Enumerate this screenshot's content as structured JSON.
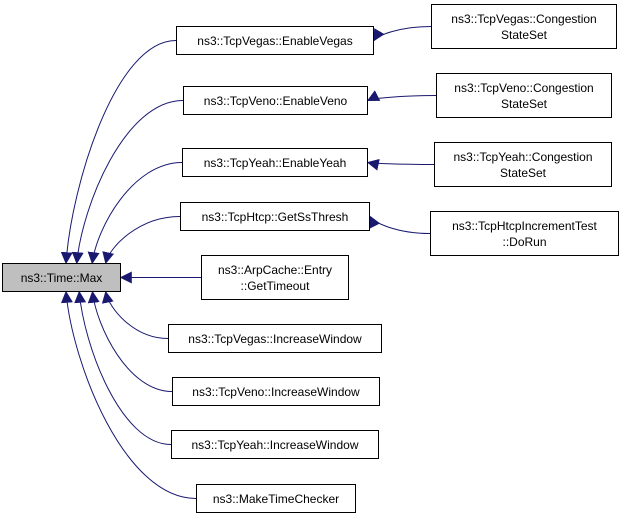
{
  "colors": {
    "edge": "#191970",
    "root_fill": "#bfbfbf",
    "node_fill": "#ffffff",
    "node_border": "#000000"
  },
  "nodes": {
    "root": {
      "lines": [
        "ns3::Time::Max"
      ]
    },
    "vegas_enable": {
      "lines": [
        "ns3::TcpVegas::EnableVegas"
      ]
    },
    "veno_enable": {
      "lines": [
        "ns3::TcpVeno::EnableVeno"
      ]
    },
    "yeah_enable": {
      "lines": [
        "ns3::TcpYeah::EnableYeah"
      ]
    },
    "htcp_getss": {
      "lines": [
        "ns3::TcpHtcp::GetSsThresh"
      ]
    },
    "arp_timeout": {
      "lines": [
        "ns3::ArpCache::Entry",
        "::GetTimeout"
      ]
    },
    "vegas_inc": {
      "lines": [
        "ns3::TcpVegas::IncreaseWindow"
      ]
    },
    "veno_inc": {
      "lines": [
        "ns3::TcpVeno::IncreaseWindow"
      ]
    },
    "yeah_inc": {
      "lines": [
        "ns3::TcpYeah::IncreaseWindow"
      ]
    },
    "make_checker": {
      "lines": [
        "ns3::MakeTimeChecker"
      ]
    },
    "vegas_cong": {
      "lines": [
        "ns3::TcpVegas::Congestion",
        "StateSet"
      ]
    },
    "veno_cong": {
      "lines": [
        "ns3::TcpVeno::Congestion",
        "StateSet"
      ]
    },
    "yeah_cong": {
      "lines": [
        "ns3::TcpYeah::Congestion",
        "StateSet"
      ]
    },
    "htcp_test": {
      "lines": [
        "ns3::TcpHtcpIncrementTest",
        "::DoRun"
      ]
    }
  },
  "edges": [
    {
      "from": "vegas_enable",
      "to": "root"
    },
    {
      "from": "veno_enable",
      "to": "root"
    },
    {
      "from": "yeah_enable",
      "to": "root"
    },
    {
      "from": "htcp_getss",
      "to": "root"
    },
    {
      "from": "arp_timeout",
      "to": "root"
    },
    {
      "from": "vegas_inc",
      "to": "root"
    },
    {
      "from": "veno_inc",
      "to": "root"
    },
    {
      "from": "yeah_inc",
      "to": "root"
    },
    {
      "from": "make_checker",
      "to": "root"
    },
    {
      "from": "vegas_cong",
      "to": "vegas_enable"
    },
    {
      "from": "veno_cong",
      "to": "veno_enable"
    },
    {
      "from": "yeah_cong",
      "to": "yeah_enable"
    },
    {
      "from": "htcp_test",
      "to": "htcp_getss"
    }
  ]
}
